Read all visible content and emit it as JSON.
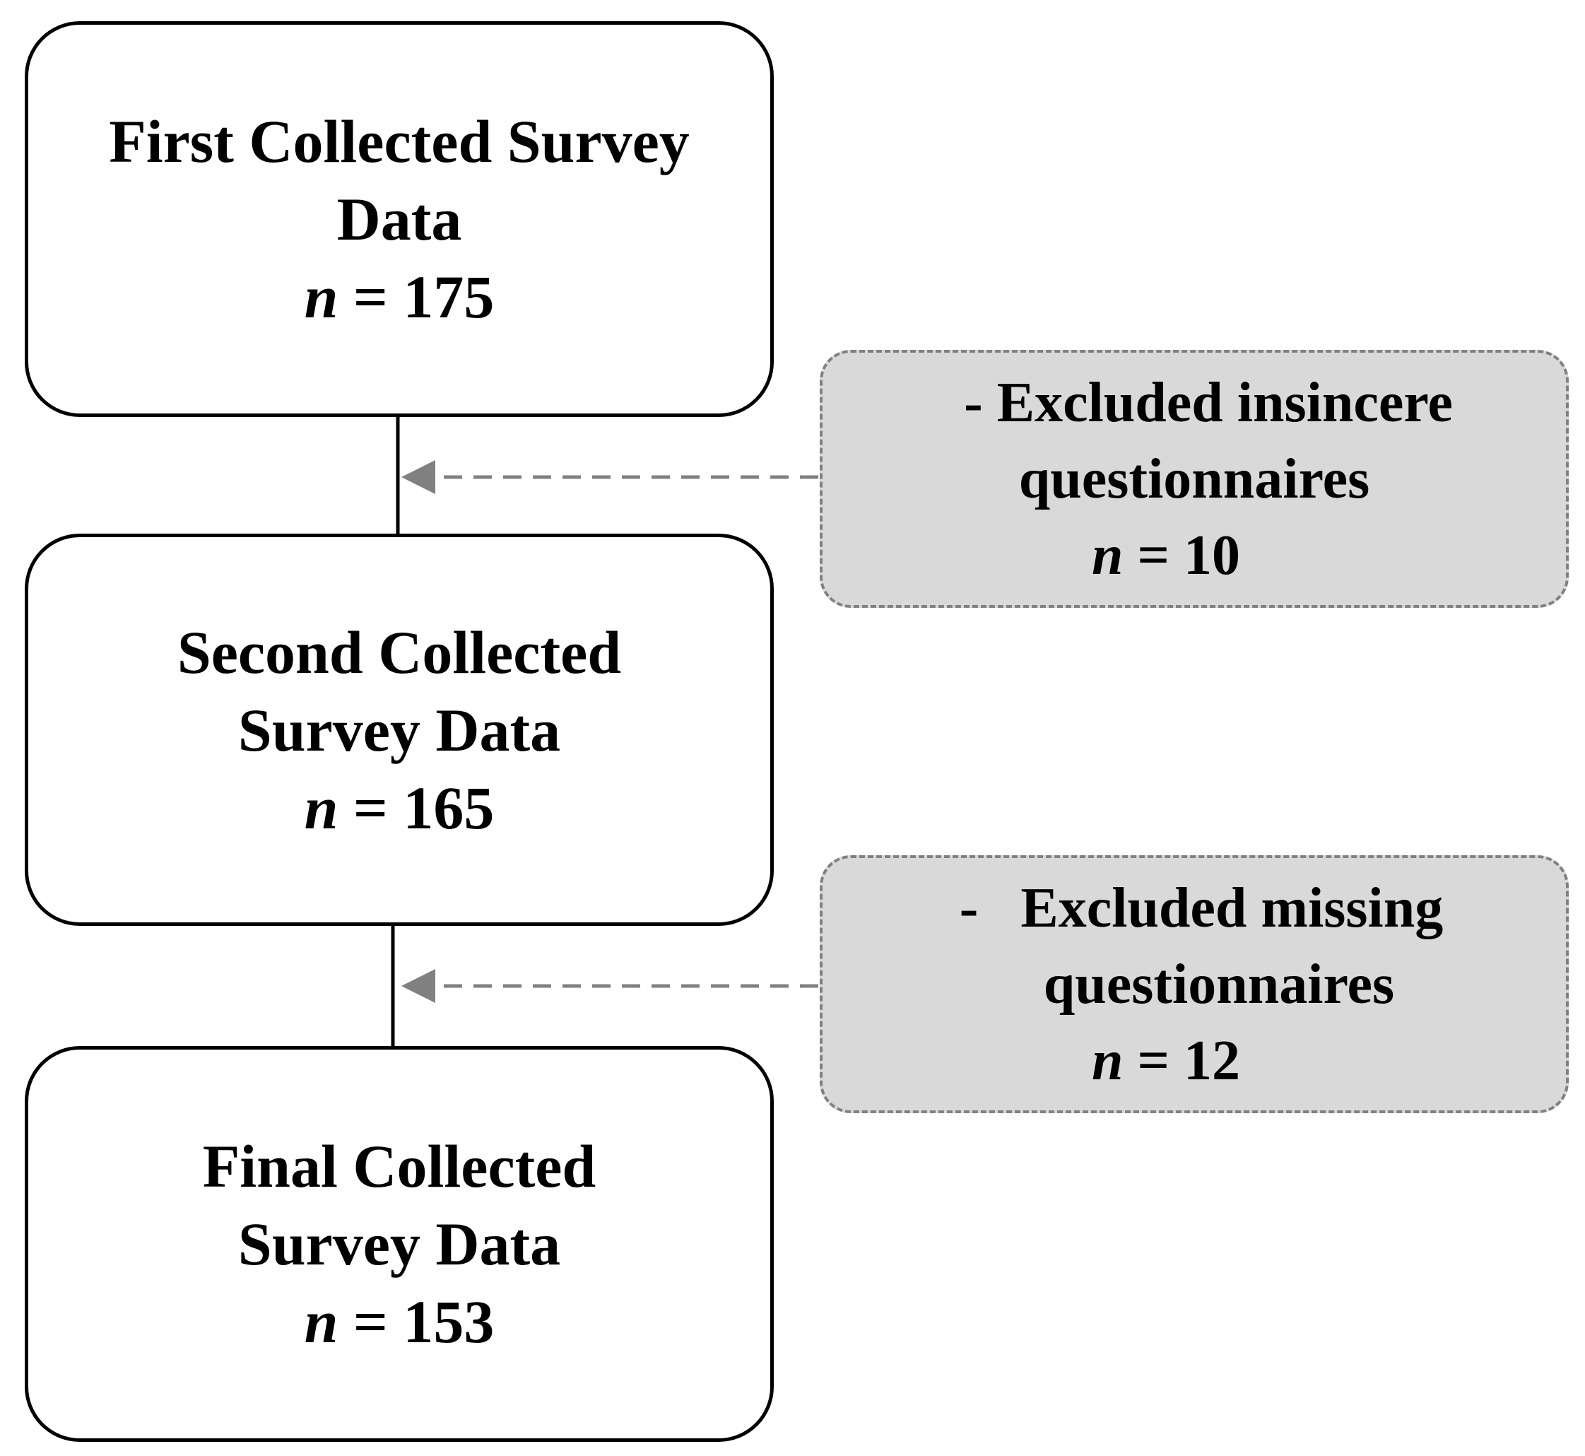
{
  "boxes": {
    "first": {
      "lines": [
        "First Collected Survey",
        "Data"
      ],
      "n_symbol": "n",
      "count": "= 175"
    },
    "second": {
      "lines": [
        "Second Collected",
        "Survey Data"
      ],
      "n_symbol": "n",
      "count": "= 165"
    },
    "final": {
      "lines": [
        "Final Collected",
        "Survey Data"
      ],
      "n_symbol": "n",
      "count": "= 153"
    }
  },
  "exclusions": {
    "insincere": {
      "lines": [
        "- Excluded insincere",
        "questionnaires"
      ],
      "n_symbol": "n",
      "count": "= 10"
    },
    "missing": {
      "lines": [
        "-   Excluded missing",
        "questionnaires"
      ],
      "n_symbol": "n",
      "count": "= 12"
    }
  },
  "colors": {
    "main_border": "#000000",
    "side_fill": "#d9d9d9",
    "side_border": "#808080",
    "arrow": "#808080"
  }
}
